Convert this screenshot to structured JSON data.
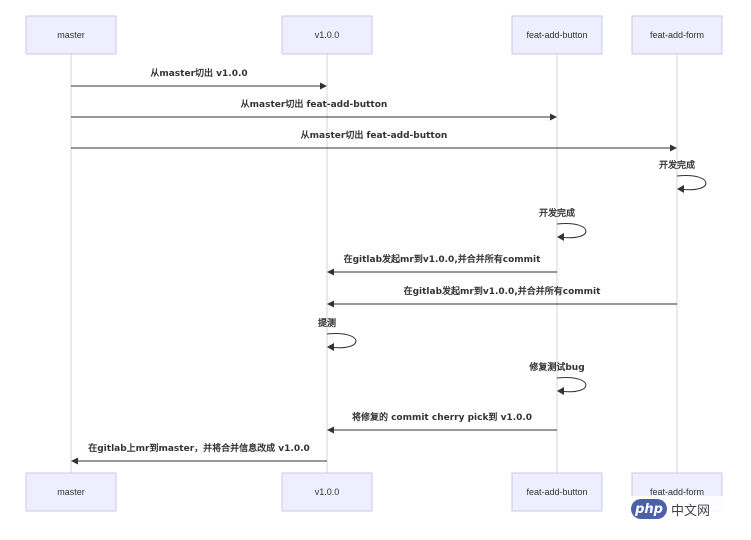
{
  "participants": [
    {
      "id": "master",
      "label": "master"
    },
    {
      "id": "v100",
      "label": "v1.0.0"
    },
    {
      "id": "button",
      "label": "feat-add-button"
    },
    {
      "id": "form",
      "label": "feat-add-form"
    }
  ],
  "messages": [
    {
      "from": "master",
      "to": "v100",
      "label": "从master切出 v1.0.0"
    },
    {
      "from": "master",
      "to": "button",
      "label": "从master切出 feat-add-button"
    },
    {
      "from": "master",
      "to": "form",
      "label": "从master切出 feat-add-button"
    },
    {
      "from": "form",
      "to": "form",
      "label": "开发完成"
    },
    {
      "from": "button",
      "to": "button",
      "label": "开发完成"
    },
    {
      "from": "button",
      "to": "v100",
      "label": "在gitlab发起mr到v1.0.0,并合并所有commit"
    },
    {
      "from": "form",
      "to": "v100",
      "label": "在gitlab发起mr到v1.0.0,并合并所有commit"
    },
    {
      "from": "v100",
      "to": "v100",
      "label": "提测"
    },
    {
      "from": "button",
      "to": "button",
      "label": "修复测试bug"
    },
    {
      "from": "button",
      "to": "v100",
      "label": "将修复的 commit cherry pick到 v1.0.0"
    },
    {
      "from": "v100",
      "to": "master",
      "label": "在gitlab上mr到master，并将合并信息改成 v1.0.0"
    }
  ],
  "watermark": {
    "logo": "php",
    "text": "中文网"
  }
}
